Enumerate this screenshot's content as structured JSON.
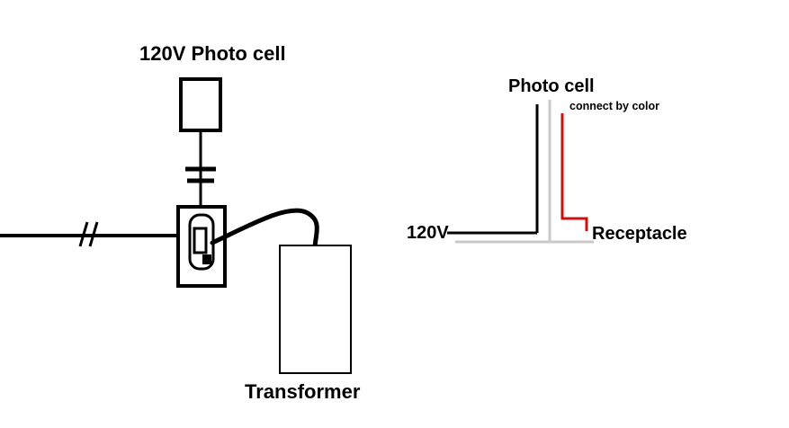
{
  "colors": {
    "black": "#000000",
    "gray": "#c9c9c9",
    "red": "#cc1111",
    "background": "#ffffff"
  },
  "left_diagram": {
    "title": "120V Photo cell",
    "transformer_label": "Transformer"
  },
  "right_diagram": {
    "title": "Photo cell",
    "note": "connect by color",
    "voltage_label": "120V",
    "receptacle_label": "Receptacle"
  }
}
